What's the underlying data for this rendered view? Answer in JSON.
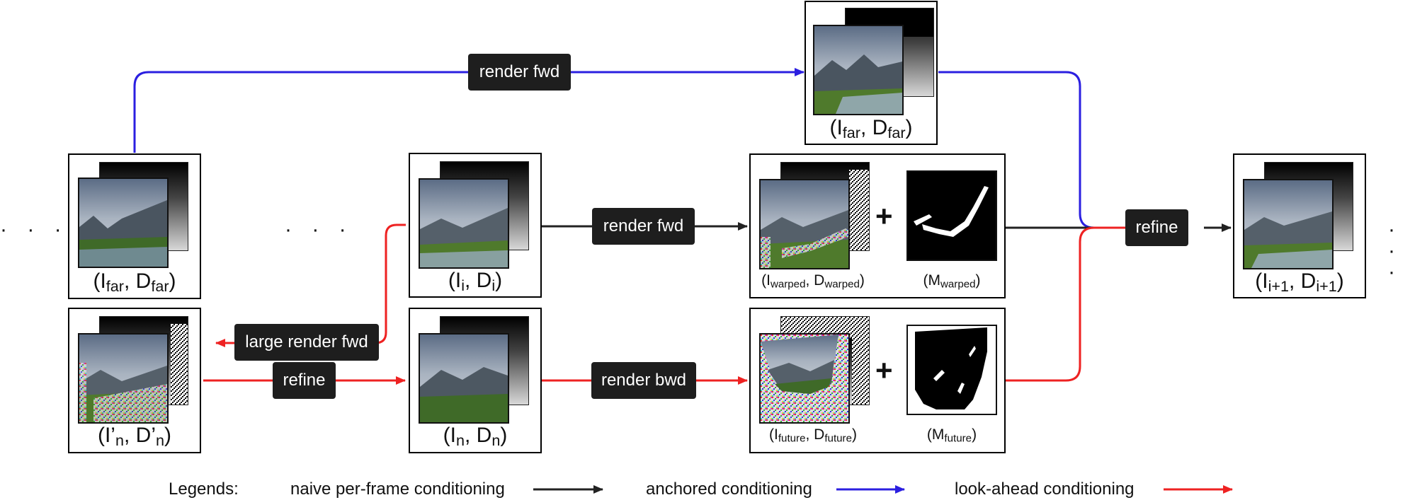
{
  "colors": {
    "naive": "#222222",
    "anchored": "#2b1fe0",
    "lookahead": "#ee2222"
  },
  "ellipses": {
    "left": "· · ·",
    "middle": "· · ·",
    "right": "· · ·"
  },
  "boxes": {
    "far_top": {
      "I": "I",
      "I_sub": "far",
      "D": "D",
      "D_sub": "far"
    },
    "far_left": {
      "I": "I",
      "I_sub": "far",
      "D": "D",
      "D_sub": "far"
    },
    "current": {
      "I": "I",
      "I_sub": "i",
      "D": "D",
      "D_sub": "i"
    },
    "lookahead": {
      "I": "I’",
      "I_sub": "n",
      "D": "D’",
      "D_sub": "n"
    },
    "next_anchor": {
      "I": "I",
      "I_sub": "n",
      "D": "D",
      "D_sub": "n"
    },
    "warped": {
      "I": "I",
      "I_sub": "warped",
      "D": "D",
      "D_sub": "warped",
      "M": "M",
      "M_sub": "warped"
    },
    "future": {
      "I": "I",
      "I_sub": "future",
      "D": "D",
      "D_sub": "future",
      "M": "M",
      "M_sub": "future"
    },
    "output": {
      "I": "I",
      "I_sub": "i+1",
      "D": "D",
      "D_sub": "i+1"
    }
  },
  "labels": {
    "render_fwd_top": "render fwd",
    "render_fwd_mid": "render fwd",
    "render_bwd": "render bwd",
    "refine_out": "refine",
    "refine_low": "refine",
    "large_render_fwd": "large render fwd"
  },
  "plus": "+",
  "legend": {
    "title": "Legends:",
    "naive": "naive per-frame conditioning",
    "anchored": "anchored conditioning",
    "lookahead": "look-ahead conditioning"
  }
}
